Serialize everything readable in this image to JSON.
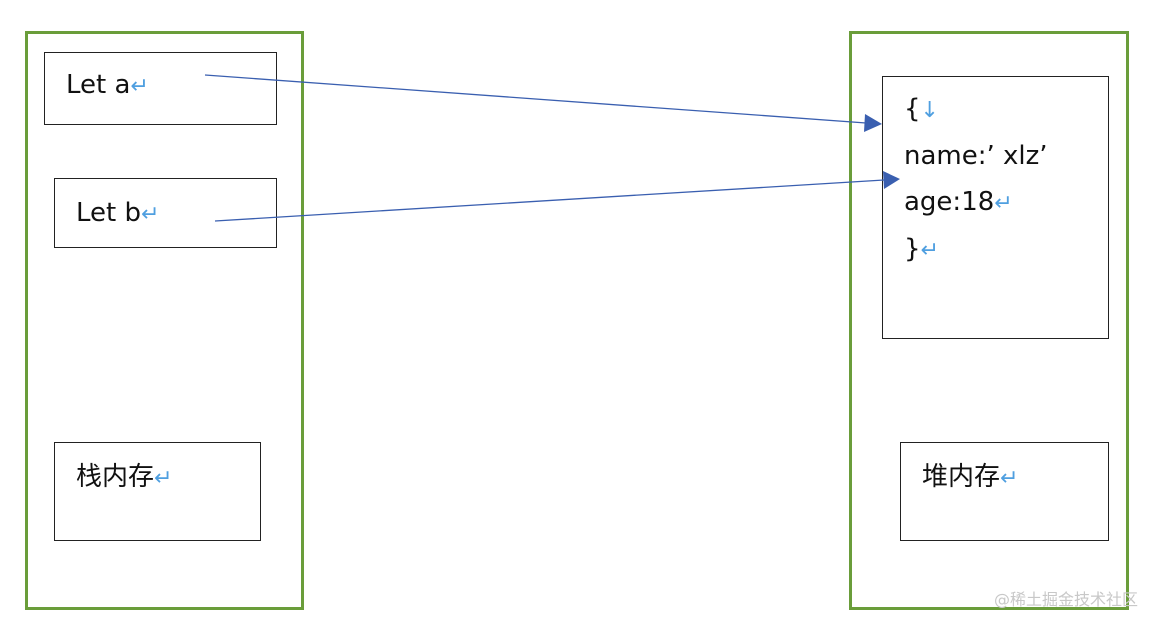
{
  "stack": {
    "var_a": "Let a",
    "var_b": "Let b",
    "label": "栈内存"
  },
  "heap": {
    "object_lines": [
      "{",
      "name:’  xlz’",
      "age:18",
      "}"
    ],
    "label": "堆内存"
  },
  "marks": {
    "return_mark": "↵",
    "down_mark": "↓"
  },
  "colors": {
    "panel_border": "#6a9d3a",
    "arrow": "#3a5fb0",
    "formatting_mark": "#4f9fe0"
  },
  "watermark": "@稀土掘金技术社区"
}
